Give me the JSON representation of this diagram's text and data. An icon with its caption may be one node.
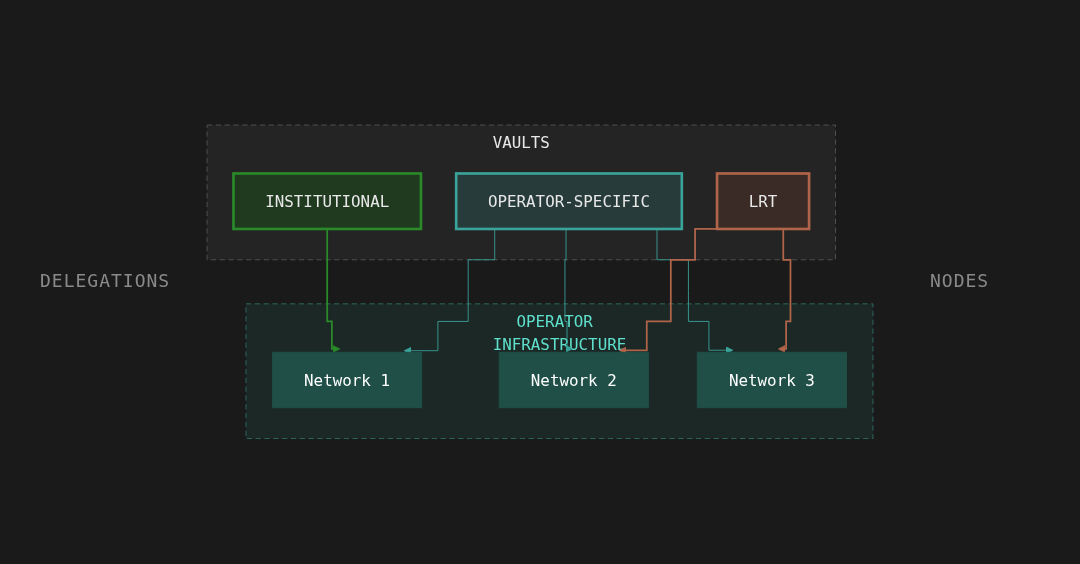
{
  "diagram": {
    "nodes": [
      {
        "text": [
          "VAULTS"
        ]
      },
      {
        "text": [
          "INSTITUTIONAL"
        ],
        "in": 0
      },
      {
        "text": [
          "OPERATOR-SPECIFIC"
        ],
        "in": 0
      },
      {
        "text": [
          "LRT"
        ],
        "in": 0
      },
      {
        "text": [
          "OPERATOR INFRASTRUCTURE"
        ]
      },
      {
        "text": [
          "Network 1"
        ],
        "in": 4
      },
      {
        "text": [
          "Network 2"
        ],
        "in": 4
      },
      {
        "text": [
          "Network 3"
        ],
        "in": 4
      }
    ],
    "edges": [
      {
        "from": 1,
        "to": 5,
        "arrow": "to",
        "color": "#2a8a2a"
      },
      {
        "from": 2,
        "to": 5,
        "arrow": "to"
      },
      {
        "from": 2,
        "to": 6,
        "arrow": "to"
      },
      {
        "from": 2,
        "to": 7,
        "arrow": "to"
      },
      {
        "from": 3,
        "to": 6,
        "arrow": "to",
        "color": "#b0654a"
      },
      {
        "from": 3,
        "to": 7,
        "arrow": "to",
        "color": "#b0654a"
      }
    ],
    "labels": [
      "DELEGATIONS",
      "NODES"
    ]
  }
}
